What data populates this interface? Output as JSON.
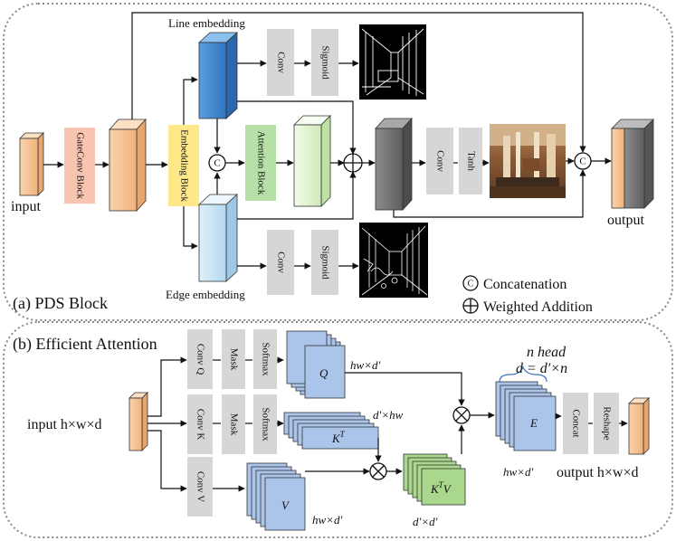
{
  "block_a": {
    "title": "(a) PDS Block",
    "input_label": "input",
    "output_label": "output",
    "gateconv": "GateConv Block",
    "embedding": "Embedding Block",
    "attention": "Attention Block",
    "line_embedding": "Line embedding",
    "edge_embedding": "Edge embedding",
    "conv": "Conv",
    "sigmoid": "Sigmoid",
    "tanh": "Tanh",
    "concat_symbol": "C",
    "legend_concat": "Concatenation",
    "legend_add": "Weighted Addition"
  },
  "block_b": {
    "title": "(b) Efficient Attention",
    "input_label": "input h×w×d",
    "conv_q": "Conv Q",
    "conv_k": "Conv K",
    "conv_v": "Conv V",
    "mask": "Mask",
    "softmax": "Softmax",
    "q_label": "Q",
    "kt_label": "K",
    "kt_sup": "T",
    "v_label": "V",
    "ktv_label": "K",
    "ktv_sup": "T",
    "ktv_suffix": "V",
    "e_label": "E",
    "q_dim": "hw×d′",
    "kt_dim": "d′×hw",
    "v_dim": "hw×d′",
    "ktv_dim": "d′×d′",
    "e_dim": "hw×d′",
    "n_head": "n head",
    "d_eq": "d = d′×n",
    "concat": "Concat",
    "reshape": "Reshape",
    "output_label": "output h×w×d"
  },
  "colors": {
    "orange_block": "#f5c08f",
    "pink_block": "#f7c4b0",
    "yellow_block": "#ffe88a",
    "green_block": "#b6e0a8",
    "blue_dark": "#4a8fd4",
    "blue_light": "#c5e2f5",
    "gray_op": "#d6d6d6",
    "gray_feature": "#777777",
    "mat_blue": "#aac4ea",
    "mat_green": "#a9d78c"
  }
}
